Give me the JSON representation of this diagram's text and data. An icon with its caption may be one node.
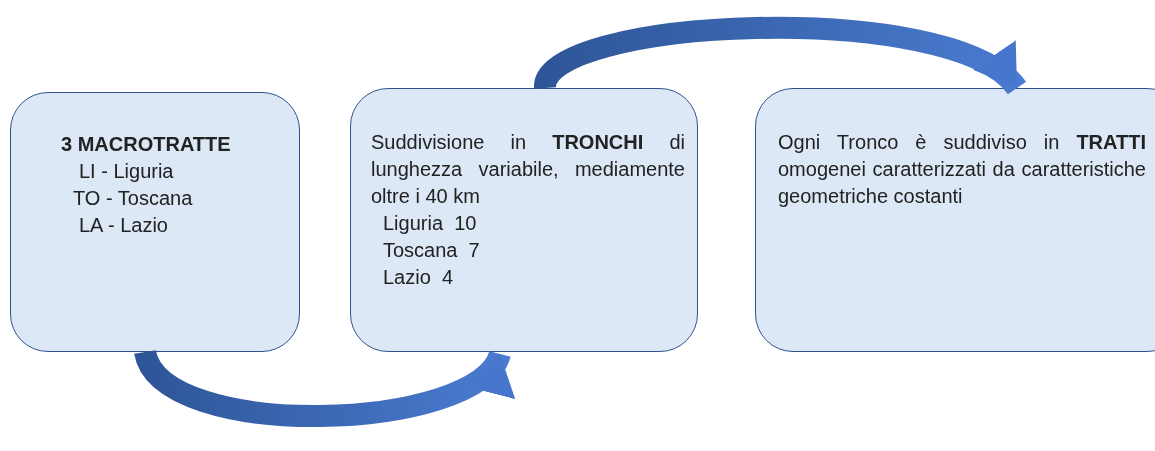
{
  "diagram": {
    "nodes": [
      {
        "text": [
          "3 MACROTRATTE",
          "LI - Liguria",
          "TO - Toscana",
          "LA - Lazio"
        ]
      },
      {
        "text": [
          "Suddivisione in **TRONCHI** di lunghezza variabile, mediamente oltre i 40 km",
          "Liguria  10",
          "Toscana  7",
          "Lazio  4"
        ]
      },
      {
        "text": [
          "Ogni Tronco è suddiviso in **TRATTI** omogenei caratterizzati da caratteristiche geometriche costanti"
        ]
      }
    ],
    "edges": [
      {
        "from": 0,
        "to": 1,
        "arrow": "to",
        "style": "thick"
      },
      {
        "from": 1,
        "to": 2,
        "arrow": "to",
        "style": "thick"
      }
    ]
  }
}
